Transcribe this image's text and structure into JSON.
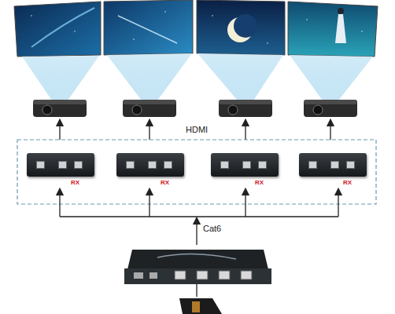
{
  "diagram": {
    "nodes": [
      {
        "text": [
          "RX"
        ]
      },
      {
        "text": [
          "RX"
        ]
      },
      {
        "text": [
          "RX"
        ]
      },
      {
        "text": [
          "RX"
        ]
      }
    ],
    "labels": [
      "HDMI",
      "Cat6"
    ]
  }
}
